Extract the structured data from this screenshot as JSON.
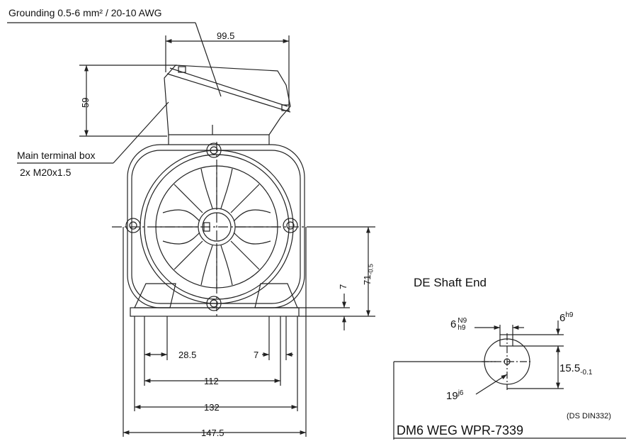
{
  "labels": {
    "grounding": "Grounding 0.5-6 mm² / 20-10 AWG",
    "terminal_box_line1": "Main terminal box",
    "terminal_box_line2": "2x M20x1.5",
    "shaft_end_title": "DE Shaft End",
    "model": "DM6 WEG WPR-7339",
    "standard": "(DS DIN332)"
  },
  "dimensions": {
    "top_width": "99.5",
    "box_height": "59",
    "shaft_height": "71",
    "shaft_height_tol": "-0.5",
    "foot_thickness": "7",
    "hole_offset": "28.5",
    "foot_slot": "7",
    "hole_spacing": "112",
    "foot_width": "132",
    "overall_width": "147.5"
  },
  "shaft": {
    "key_width": "6",
    "key_width_fit_top": "N9",
    "key_width_fit_bottom": "h9",
    "key_height": "6",
    "key_height_fit": "h9",
    "key_depth": "15.5",
    "key_depth_tol": "-0.1",
    "diameter": "19",
    "diameter_fit": "j6"
  }
}
